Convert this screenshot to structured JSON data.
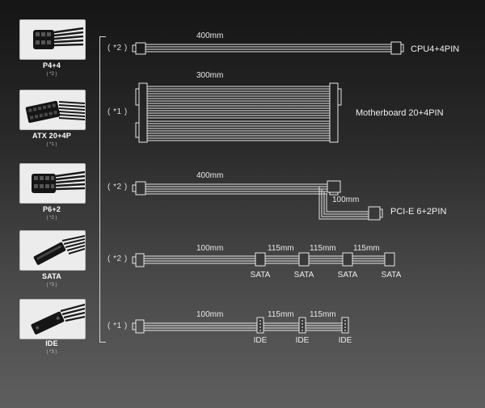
{
  "connector_cards": [
    {
      "name": "P4+4",
      "qty": "( *2 )"
    },
    {
      "name": "ATX 20+4P",
      "qty": "( *1 )"
    },
    {
      "name": "P6+2",
      "qty": "( *2 )"
    },
    {
      "name": "SATA",
      "qty": "( *3 )"
    },
    {
      "name": "IDE",
      "qty": "( *3 )"
    }
  ],
  "cables": {
    "cpu": {
      "qty": "( *2 )",
      "length": "400mm",
      "name": "CPU4+4PIN"
    },
    "atx": {
      "qty": "( *1 )",
      "length": "300mm",
      "name": "Motherboard 20+4PIN"
    },
    "pcie": {
      "qty": "( *2 )",
      "length": "400mm",
      "branch_length": "100mm",
      "name": "PCI-E 6+2PIN"
    },
    "sata": {
      "qty": "( *2 )",
      "lengths": [
        "100mm",
        "115mm",
        "115mm",
        "115mm"
      ],
      "labels": [
        "SATA",
        "SATA",
        "SATA",
        "SATA"
      ]
    },
    "ide": {
      "qty": "( *1 )",
      "lengths": [
        "100mm",
        "115mm",
        "115mm"
      ],
      "labels": [
        "IDE",
        "IDE",
        "IDE"
      ]
    }
  }
}
